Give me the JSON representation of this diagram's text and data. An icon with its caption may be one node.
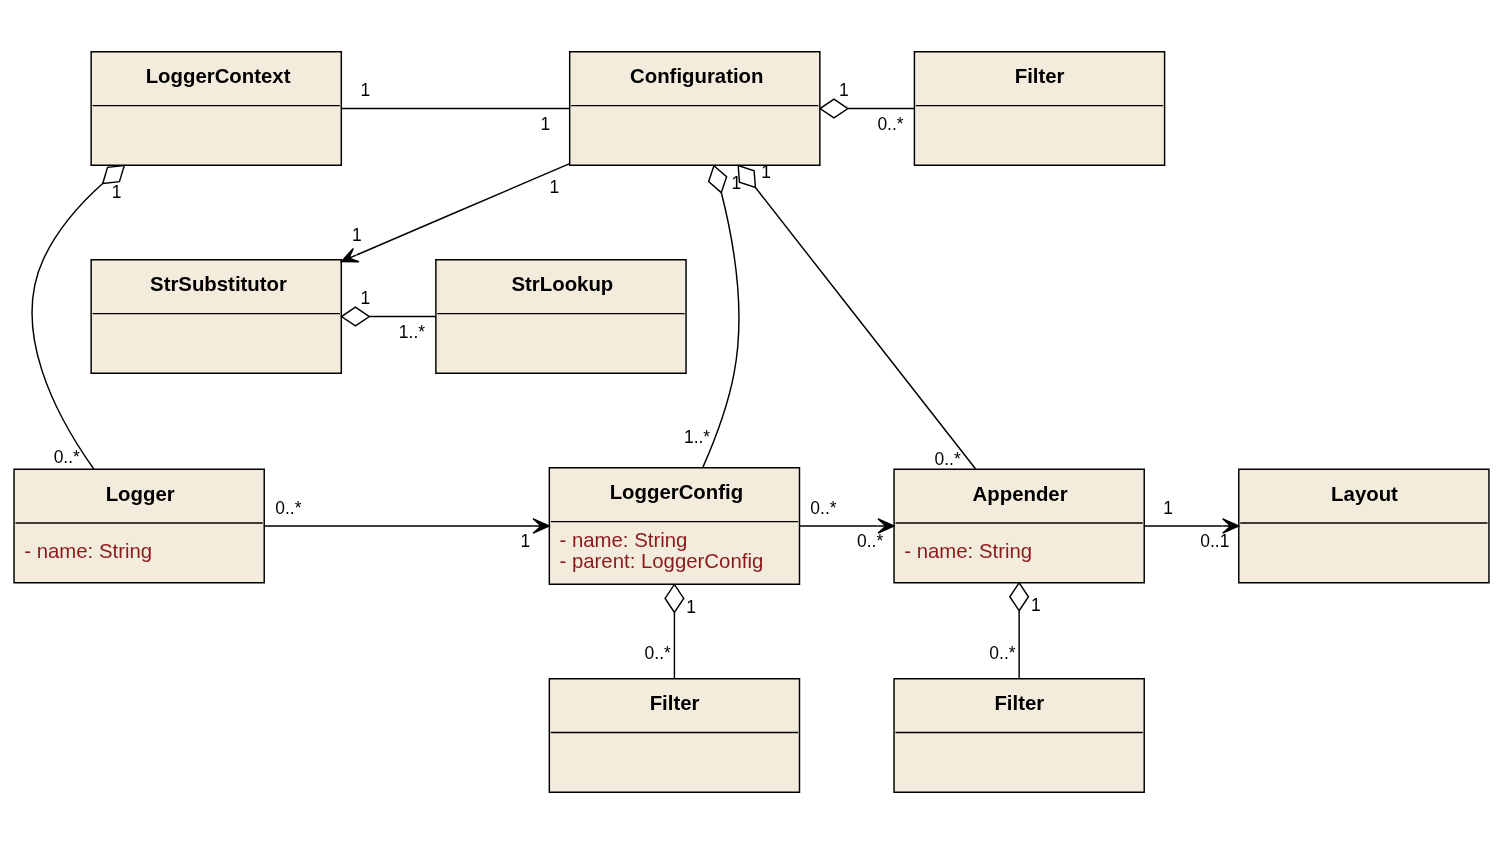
{
  "diagram": {
    "nodes": [
      {
        "text": [
          "LoggerContext"
        ]
      },
      {
        "text": [
          "Configuration"
        ]
      },
      {
        "text": [
          "Filter"
        ]
      },
      {
        "text": [
          "StrSubstitutor"
        ]
      },
      {
        "text": [
          "StrLookup"
        ]
      },
      {
        "text": [
          "Logger",
          "- name: String"
        ]
      },
      {
        "text": [
          "LoggerConfig",
          "- name: String",
          "- parent: LoggerConfig"
        ]
      },
      {
        "text": [
          "Appender",
          "- name: String"
        ]
      },
      {
        "text": [
          "Layout"
        ]
      },
      {
        "text": [
          "Filter"
        ]
      },
      {
        "text": [
          "Filter"
        ]
      }
    ],
    "edges": [
      {
        "from": 0,
        "to": 1,
        "arrow": "none"
      },
      {
        "from": 1,
        "to": 2,
        "arrow": "other"
      },
      {
        "from": 1,
        "to": 3,
        "arrow": "to"
      },
      {
        "from": 1,
        "to": 7,
        "arrow": "other"
      },
      {
        "from": 3,
        "to": 4,
        "arrow": "other"
      },
      {
        "from": 0,
        "to": 5,
        "arrow": "other"
      },
      {
        "from": 1,
        "to": 6,
        "arrow": "other"
      },
      {
        "from": 5,
        "to": 6,
        "arrow": "to"
      },
      {
        "from": 6,
        "to": 7,
        "arrow": "to"
      },
      {
        "from": 7,
        "to": 8,
        "arrow": "to"
      },
      {
        "from": 6,
        "to": 9,
        "arrow": "other"
      },
      {
        "from": 7,
        "to": 10,
        "arrow": "other"
      }
    ],
    "labels": [
      "1",
      "1",
      "1",
      "0..*",
      "1",
      "1",
      "1",
      "0..*",
      "1",
      "1..*",
      "1",
      "0..*",
      "1",
      "1..*",
      "0..*",
      "1",
      "0..*",
      "0..*",
      "1",
      "0..1",
      "1",
      "0..*",
      "1",
      "0..*"
    ]
  }
}
